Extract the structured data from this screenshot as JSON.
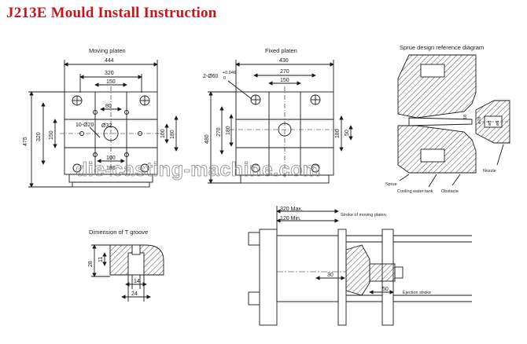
{
  "title": "J213E Mould Install Instruction",
  "watermark": "die-casting-machine.com",
  "moving_platen": {
    "label": "Moving platen",
    "dims": {
      "width": "444",
      "inner": "320",
      "center": "150",
      "hole_span": "80",
      "holes": "10-Ø20",
      "bore": "Ø32",
      "bottom": "100",
      "bottom2": "180",
      "height": "475",
      "inner_h": "320",
      "center_h": "150",
      "right_a": "100",
      "right_b": "180"
    }
  },
  "fixed_platen": {
    "label": "Fixed platen",
    "dims": {
      "width": "430",
      "inner": "270",
      "center": "150",
      "bore": "2-Ø60",
      "tol_top": "+0.046",
      "tol_bot": "0",
      "height": "480",
      "inner_h": "270",
      "center_h": "180",
      "right_a": "180",
      "right_b": "50"
    }
  },
  "sprue": {
    "label": "Sprue design reference diagram",
    "dims": {
      "d1": "18",
      "d2": "ø28",
      "d3": "ø8",
      "d4": "ø6"
    },
    "parts": {
      "nozzle": "Nozzle",
      "sprue": "Sprue",
      "cooling": "Cooling water tank",
      "obstacle": "Obstacle"
    }
  },
  "t_groove": {
    "label": "Dimension of T groove",
    "dims": {
      "d28": "28",
      "d11": "11",
      "d14": "14",
      "d24": "24"
    }
  },
  "stroke": {
    "max": "320 Max.",
    "min": "120 Min.",
    "moving_label": "Stroke of moving platen",
    "ejection_label": "Ejection stroke",
    "d30": "30",
    "d50": "50"
  },
  "colors": {
    "title": "#c4161c",
    "line": "#1a1a1a",
    "hatch": "#1a1a1a",
    "watermark": "#8a8a8a"
  }
}
